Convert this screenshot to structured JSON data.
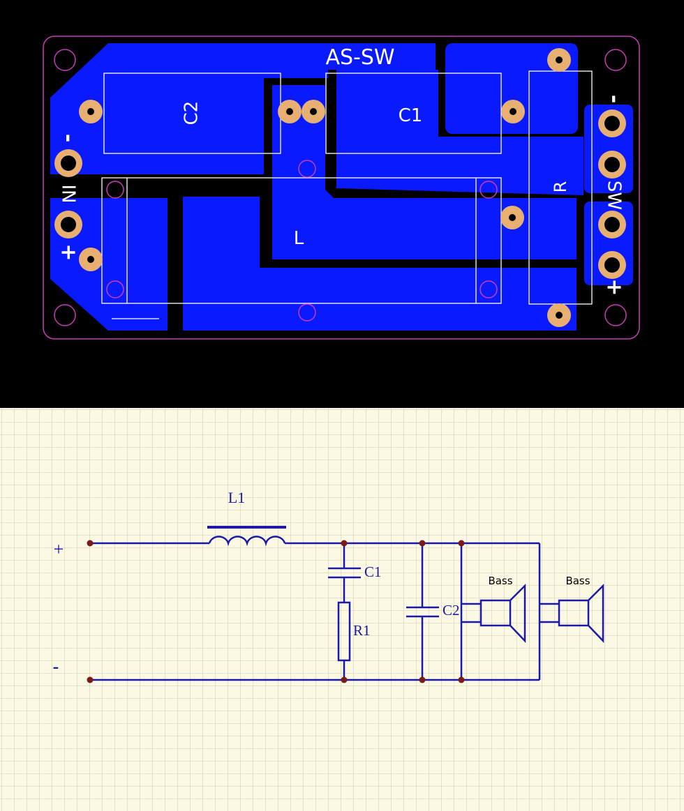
{
  "pcb": {
    "board_title": "AS-SW",
    "refs": {
      "c2": "C2",
      "c1": "C1",
      "l": "L",
      "r": "R"
    },
    "input_label": "IN",
    "output_label": "SW",
    "minus": "-",
    "plus": "+",
    "colors": {
      "background": "#000000",
      "copper": "#0a1aff",
      "pad": "#e8b070",
      "outline": "#c83cb4",
      "silkscreen": "#ffffff"
    }
  },
  "schematic": {
    "plus": "+",
    "minus": "-",
    "l1": "L1",
    "c1": "C1",
    "r1": "R1",
    "c2": "C2",
    "speakers": [
      "Bass",
      "Bass"
    ],
    "colors": {
      "paper": "#fbf8e3",
      "grid": "#ccc8b0",
      "wire": "#1a1aa6",
      "junction": "#7a1a1a"
    }
  }
}
